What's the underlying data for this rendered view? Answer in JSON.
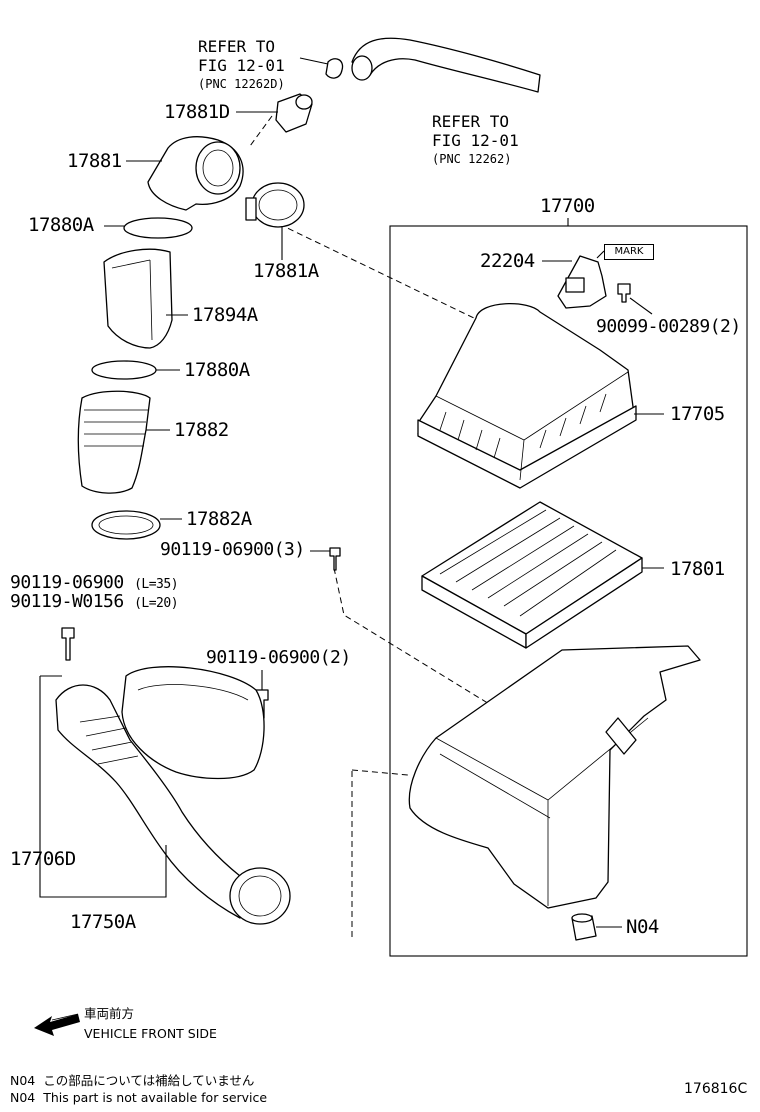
{
  "diagram_id": "176816C",
  "assembly_box_label": "17700",
  "parts": {
    "p17881D": "17881D",
    "p17881": "17881",
    "p17880A_top": "17880A",
    "p17881A": "17881A",
    "p17894A": "17894A",
    "p17880A_bottom": "17880A",
    "p17882": "17882",
    "p17882A": "17882A",
    "p90119_06900_3": "90119-06900(3)",
    "p90119_06900_L35": "90119-06900",
    "p90119_06900_L35_qual": "(L=35)",
    "p90119_W0156": "90119-W0156",
    "p90119_W0156_qual": "(L=20)",
    "p90119_06900_2": "90119-06900(2)",
    "p17706D": "17706D",
    "p17750A": "17750A",
    "p22204": "22204",
    "p90099_00289": "90099-00289(2)",
    "p17705": "17705",
    "p17801": "17801",
    "pN04": "N04"
  },
  "refs": {
    "ref1": {
      "line1": "REFER TO",
      "line2": "FIG 12-01",
      "line3": "(PNC 12262D)"
    },
    "ref2": {
      "line1": "REFER TO",
      "line2": "FIG 12-01",
      "line3": "(PNC 12262)"
    }
  },
  "mark_label": "MARK",
  "front": {
    "jp": "車両前方",
    "en": "VEHICLE FRONT SIDE"
  },
  "notes": {
    "jp_code": "N04",
    "jp_text": "この部品については補給していません",
    "en_code": "N04",
    "en_text": "This part is not available for service"
  },
  "icons": [
    "front-arrow-icon"
  ]
}
